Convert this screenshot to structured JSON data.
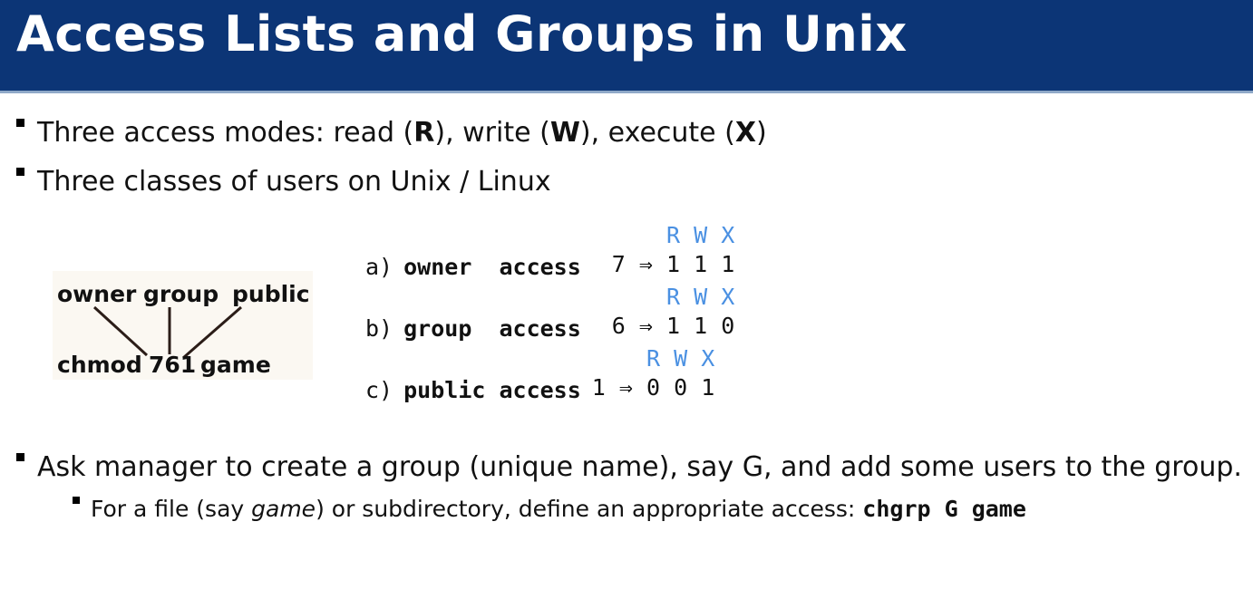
{
  "slide": {
    "title": "Access Lists and Groups in Unix",
    "title_bg": "#0c3576",
    "title_color": "#ffffff",
    "rule_color": "#8fa9c8",
    "accent_blue": "#4a90e2",
    "body_color": "#111111",
    "figure_bg": "#fbf8f2"
  },
  "bullets": {
    "modes": {
      "lead": "Three access modes: read (",
      "r": "R",
      "mid1": "), write (",
      "w": "W",
      "mid2": "), execute (",
      "x": "X",
      "tail": ")"
    },
    "classes": "Three classes of users on Unix / Linux",
    "group": "Ask manager to create a group (unique name), say G, and add some users to the group.",
    "file": {
      "lead": "For a file (say ",
      "italic": "game",
      "mid": ") or subdirectory, define an appropriate access: ",
      "command": "chgrp G game"
    }
  },
  "chmod_figure": {
    "labels": [
      "owner",
      "group",
      "public"
    ],
    "command_parts": [
      "chmod",
      "761",
      "game"
    ],
    "full_command": "chmod 761 game"
  },
  "access_table": {
    "rwx_header": "R W X",
    "rows": [
      {
        "tag": "a)",
        "label": "owner  access",
        "rwx": "R W X",
        "octal": "7",
        "arrow": "⇒",
        "bits": "1 1 1",
        "line": "7 ⇒ 1 1 1"
      },
      {
        "tag": "b)",
        "label": "group  access",
        "rwx": "R W X",
        "octal": "6",
        "arrow": "⇒",
        "bits": "1 1 0",
        "line": "6 ⇒ 1 1 0"
      },
      {
        "tag": "c)",
        "label": "public access",
        "rwx": "R W X",
        "octal": "1",
        "arrow": "⇒",
        "bits": "0 0 1",
        "line": "1 ⇒ 0 0 1"
      }
    ]
  }
}
